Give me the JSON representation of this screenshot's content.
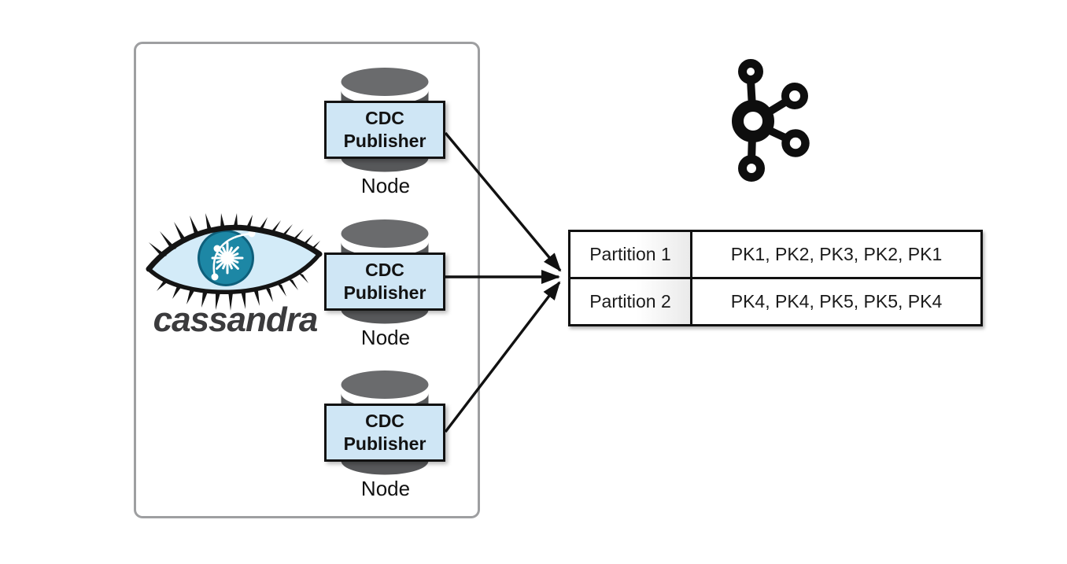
{
  "cluster": {
    "logo": {
      "icon": "cassandra-eye-icon",
      "wordmark": "cassandra"
    },
    "nodes": [
      {
        "icon": "database-cylinder-icon",
        "box_label": "CDC Publisher",
        "caption": "Node"
      },
      {
        "icon": "database-cylinder-icon",
        "box_label": "CDC Publisher",
        "caption": "Node"
      },
      {
        "icon": "database-cylinder-icon",
        "box_label": "CDC Publisher",
        "caption": "Node"
      }
    ]
  },
  "kafka": {
    "logo_icon": "kafka-icon",
    "topic_table": {
      "rows": [
        {
          "partition": "Partition 1",
          "messages": "PK1, PK2, PK3, PK2, PK1"
        },
        {
          "partition": "Partition 2",
          "messages": "PK4, PK4, PK5, PK5, PK4"
        }
      ]
    }
  },
  "arrows": [
    {
      "from": "cdc-publisher-1",
      "to": "topic-table"
    },
    {
      "from": "cdc-publisher-2",
      "to": "topic-table"
    },
    {
      "from": "cdc-publisher-3",
      "to": "topic-table"
    }
  ],
  "colors": {
    "cdc_box_fill": "#cfe6f5",
    "cdc_box_border": "#121212",
    "cylinder_body": "#57585a",
    "cylinder_top": "#6a6b6d",
    "container_border": "#9e9fa1",
    "cassandra_iris": "#1d87a5",
    "cassandra_sclera": "#d3ebf8",
    "cassandra_wordmark": "#3b3b3d",
    "kafka_logo": "#0e0e0e",
    "arrow": "#111111",
    "table_border": "#111111",
    "table_text": "#1a1a1a"
  }
}
